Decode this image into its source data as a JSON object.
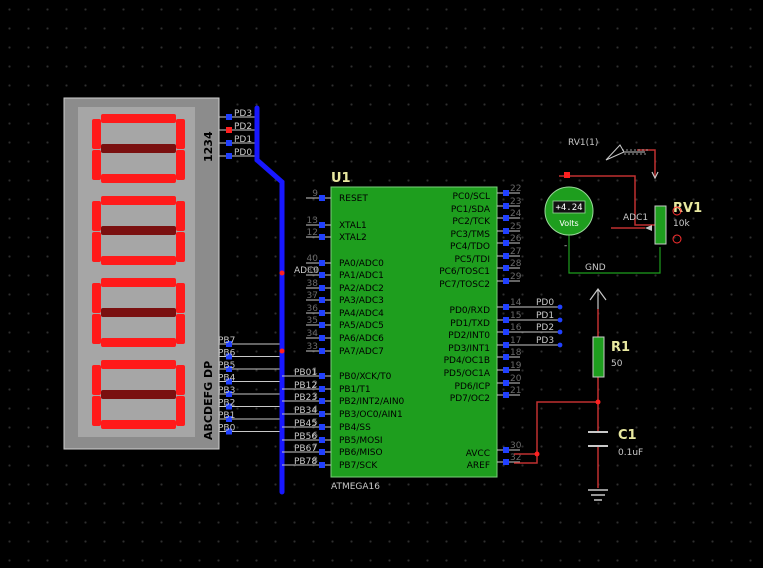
{
  "display": {
    "digits": [
      "0",
      "0",
      "0",
      "0"
    ],
    "common_label": "1234",
    "segment_label": "ABCDEFG DP",
    "common_nets": [
      "PD3",
      "PD2",
      "PD1",
      "PD0"
    ],
    "segment_nets": [
      "PB7",
      "PB6",
      "PB5",
      "PB4",
      "PB3",
      "PB2",
      "PB1",
      "PB0"
    ]
  },
  "bus": {
    "label": "ADC0"
  },
  "mcu": {
    "ref": "U1",
    "part": "ATMEGA16",
    "left_pins": [
      {
        "num": "9",
        "name": "RESET"
      },
      {
        "num": "13",
        "name": "XTAL1"
      },
      {
        "num": "12",
        "name": "XTAL2"
      },
      {
        "num": "40",
        "name": "PA0/ADC0"
      },
      {
        "num": "39",
        "name": "PA1/ADC1"
      },
      {
        "num": "38",
        "name": "PA2/ADC2"
      },
      {
        "num": "37",
        "name": "PA3/ADC3"
      },
      {
        "num": "36",
        "name": "PA4/ADC4"
      },
      {
        "num": "35",
        "name": "PA5/ADC5"
      },
      {
        "num": "34",
        "name": "PA6/ADC6"
      },
      {
        "num": "33",
        "name": "PA7/ADC7"
      },
      {
        "num": "1",
        "name": "PB0/XCK/T0"
      },
      {
        "num": "2",
        "name": "PB1/T1"
      },
      {
        "num": "3",
        "name": "PB2/INT2/AIN0"
      },
      {
        "num": "4",
        "name": "PB3/OC0/AIN1"
      },
      {
        "num": "5",
        "name": "PB4/SS"
      },
      {
        "num": "6",
        "name": "PB5/MOSI"
      },
      {
        "num": "7",
        "name": "PB6/MISO"
      },
      {
        "num": "8",
        "name": "PB7/SCK"
      }
    ],
    "left_nets": [
      "PB01",
      "PB12",
      "PB23",
      "PB34",
      "PB45",
      "PB56",
      "PB67",
      "PB78"
    ],
    "right_pins": [
      {
        "num": "22",
        "name": "PC0/SCL"
      },
      {
        "num": "23",
        "name": "PC1/SDA"
      },
      {
        "num": "24",
        "name": "PC2/TCK"
      },
      {
        "num": "25",
        "name": "PC3/TMS"
      },
      {
        "num": "26",
        "name": "PC4/TDO"
      },
      {
        "num": "27",
        "name": "PC5/TDI"
      },
      {
        "num": "28",
        "name": "PC6/TOSC1"
      },
      {
        "num": "29",
        "name": "PC7/TOSC2"
      },
      {
        "num": "14",
        "name": "PD0/RXD"
      },
      {
        "num": "15",
        "name": "PD1/TXD"
      },
      {
        "num": "16",
        "name": "PD2/INT0"
      },
      {
        "num": "17",
        "name": "PD3/INT1"
      },
      {
        "num": "18",
        "name": "PD4/OC1B"
      },
      {
        "num": "19",
        "name": "PD5/OC1A"
      },
      {
        "num": "20",
        "name": "PD6/ICP"
      },
      {
        "num": "21",
        "name": "PD7/OC2"
      },
      {
        "num": "30",
        "name": "AVCC"
      },
      {
        "num": "32",
        "name": "AREF"
      }
    ],
    "right_nets": [
      "PD0",
      "PD1",
      "PD2",
      "PD3"
    ]
  },
  "voltmeter": {
    "reading": "+4.24",
    "unit": "Volts"
  },
  "rv1": {
    "ref": "RV1",
    "value": "10k",
    "probe": "RV1(1)",
    "wiper_net": "ADC1",
    "gnd": "GND"
  },
  "r1": {
    "ref": "R1",
    "value": "50"
  },
  "c1": {
    "ref": "C1",
    "value": "0.1uF"
  },
  "colors": {
    "segment_on": "#ff1a1a",
    "chip": "#1e9e1e",
    "wire": "#c03030",
    "bus": "#1818ff"
  }
}
